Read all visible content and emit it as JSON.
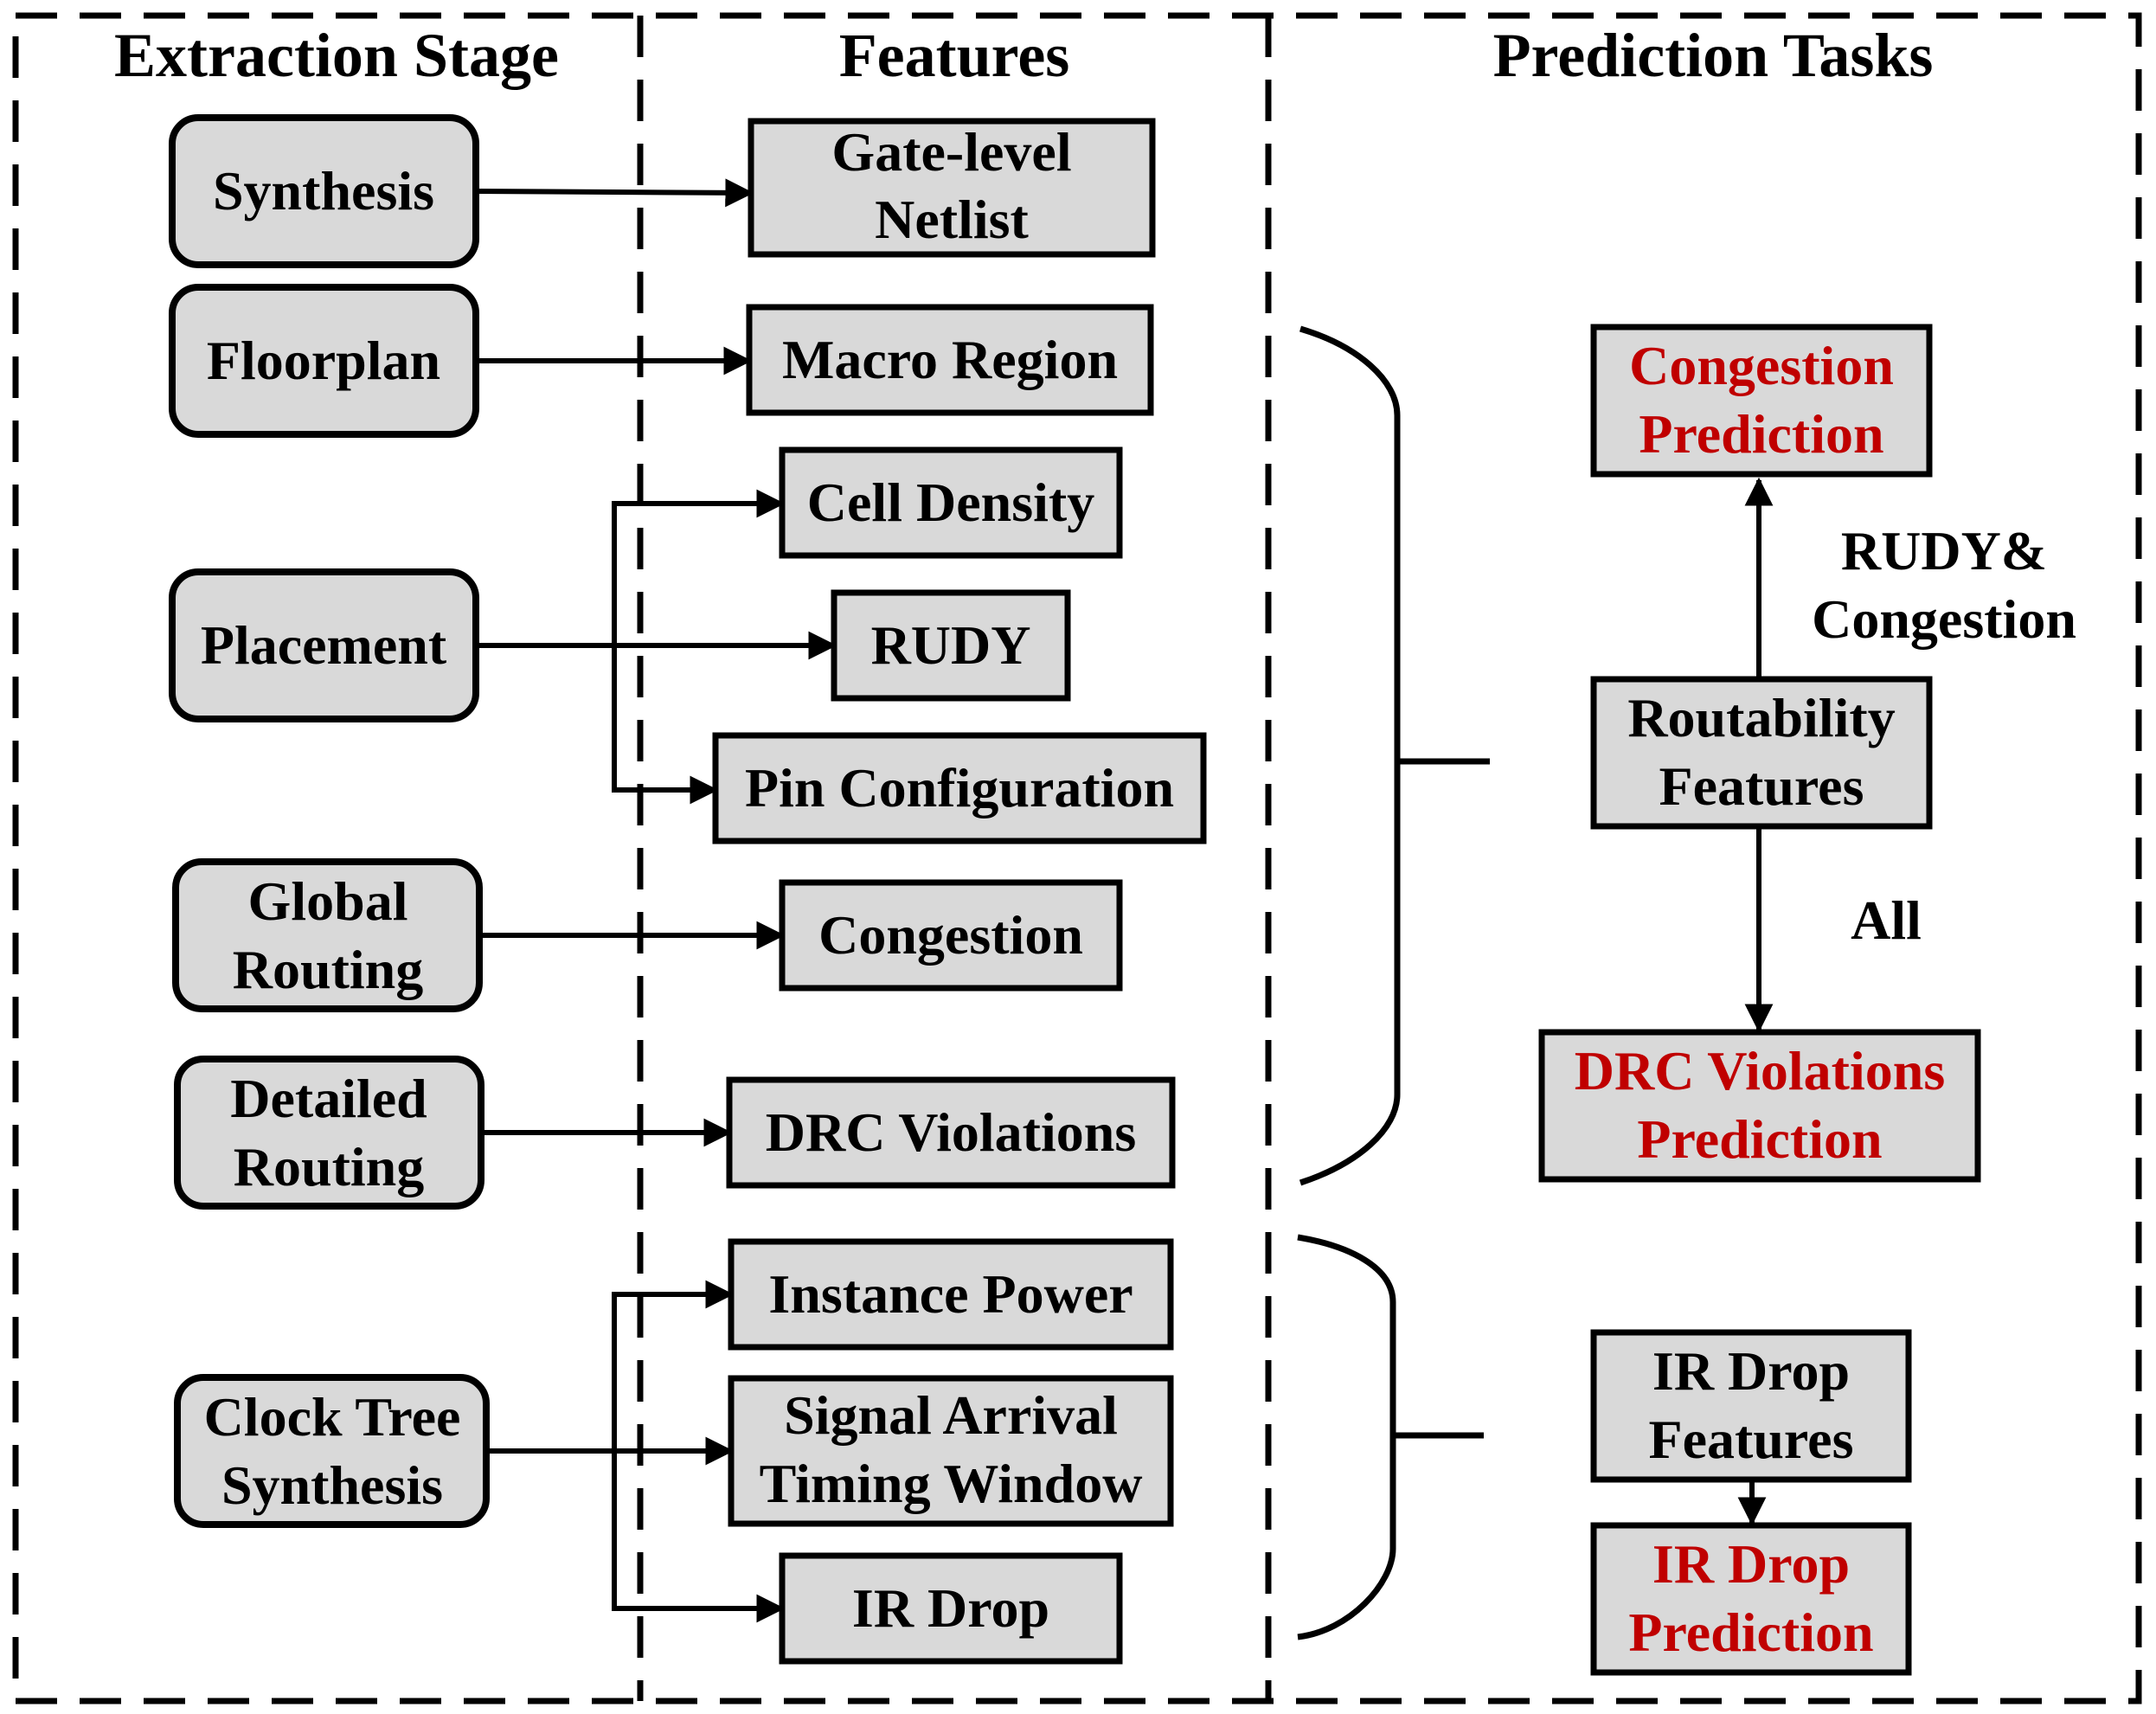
{
  "columns": {
    "extraction": "Extraction Stage",
    "features": "Features",
    "tasks": "Prediction Tasks"
  },
  "stages": {
    "synthesis": "Synthesis",
    "floorplan": "Floorplan",
    "placement": "Placement",
    "global_routing": [
      "Global",
      "Routing"
    ],
    "detailed_routing": [
      "Detailed",
      "Routing"
    ],
    "clock_tree_synthesis": [
      "Clock Tree",
      "Synthesis"
    ]
  },
  "features": {
    "gate_level_netlist": [
      "Gate-level",
      "Netlist"
    ],
    "macro_region": "Macro Region",
    "cell_density": "Cell Density",
    "rudy": "RUDY",
    "pin_configuration": "Pin Configuration",
    "congestion": "Congestion",
    "drc_violations": "DRC Violations",
    "instance_power": "Instance Power",
    "signal_arrival_timing_window": [
      "Signal Arrival",
      "Timing Window"
    ],
    "ir_drop": "IR Drop"
  },
  "tasks": {
    "congestion_prediction": [
      "Congestion",
      "Prediction"
    ],
    "routability_features": [
      "Routability",
      "Features"
    ],
    "drc_violations_prediction": [
      "DRC Violations",
      "Prediction"
    ],
    "ir_drop_features": [
      "IR Drop",
      "Features"
    ],
    "ir_drop_prediction": [
      "IR Drop",
      "Prediction"
    ],
    "label_rudy_congestion": [
      "RUDY&",
      "Congestion"
    ],
    "label_all": "All"
  },
  "colors": {
    "box_fill": "#d9d9d9",
    "task_text_red": "#c00000",
    "line": "#000000"
  }
}
